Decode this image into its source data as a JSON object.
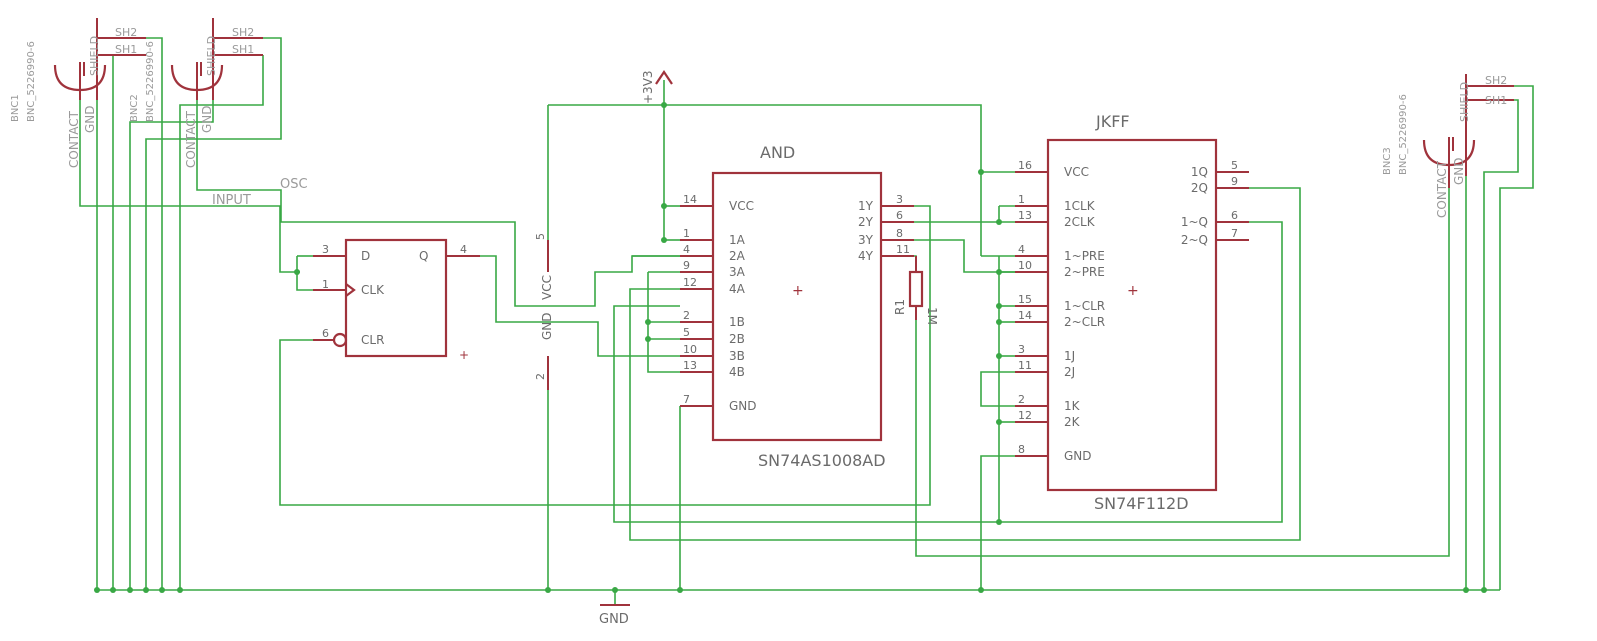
{
  "labels": {
    "and_title": "AND",
    "and_part": "SN74AS1008AD",
    "jkff_title": "JKFF",
    "jkff_part": "SN74F112D",
    "gnd": "GND",
    "supply": "+3V3",
    "osc": "OSC",
    "input": "INPUT",
    "r1_name": "R1",
    "r1_value": "1M",
    "bnc1_name": "BNC1",
    "bnc1_part": "BNC_5226990-6",
    "bnc2_name": "BNC2",
    "bnc2_part": "BNC_5226990-6",
    "bnc3_name": "BNC3",
    "bnc3_part": "BNC_5226990-6",
    "contact": "CONTACT",
    "gnd_pin": "GND",
    "shield": "SHIELD",
    "sh1": "SH1",
    "sh2": "SH2",
    "power_vcc": "VCC",
    "power_gnd": "GND",
    "power_pin5": "5",
    "power_pin2": "2"
  },
  "dff": {
    "pins": [
      {
        "num": "3",
        "name": "D"
      },
      {
        "num": "1",
        "name": "CLK"
      },
      {
        "num": "6",
        "name": "CLR"
      },
      {
        "num": "4",
        "name": "Q"
      }
    ]
  },
  "and_gate": {
    "left_pins": [
      {
        "num": "14",
        "name": "VCC"
      },
      {
        "num": "1",
        "name": "1A"
      },
      {
        "num": "4",
        "name": "2A"
      },
      {
        "num": "9",
        "name": "3A"
      },
      {
        "num": "12",
        "name": "4A"
      },
      {
        "num": "2",
        "name": "1B"
      },
      {
        "num": "5",
        "name": "2B"
      },
      {
        "num": "10",
        "name": "3B"
      },
      {
        "num": "13",
        "name": "4B"
      },
      {
        "num": "7",
        "name": "GND"
      }
    ],
    "right_pins": [
      {
        "num": "3",
        "name": "1Y"
      },
      {
        "num": "6",
        "name": "2Y"
      },
      {
        "num": "8",
        "name": "3Y"
      },
      {
        "num": "11",
        "name": "4Y"
      }
    ]
  },
  "jkff": {
    "left_pins": [
      {
        "num": "16",
        "name": "VCC"
      },
      {
        "num": "1",
        "name": "1CLK"
      },
      {
        "num": "13",
        "name": "2CLK"
      },
      {
        "num": "4",
        "name": "1~PRE"
      },
      {
        "num": "10",
        "name": "2~PRE"
      },
      {
        "num": "15",
        "name": "1~CLR"
      },
      {
        "num": "14",
        "name": "2~CLR"
      },
      {
        "num": "3",
        "name": "1J"
      },
      {
        "num": "11",
        "name": "2J"
      },
      {
        "num": "2",
        "name": "1K"
      },
      {
        "num": "12",
        "name": "2K"
      },
      {
        "num": "8",
        "name": "GND"
      }
    ],
    "right_pins": [
      {
        "num": "5",
        "name": "1Q"
      },
      {
        "num": "9",
        "name": "2Q"
      },
      {
        "num": "6",
        "name": "1~Q"
      },
      {
        "num": "7",
        "name": "2~Q"
      }
    ]
  },
  "colors": {
    "symbol": "#a0333c",
    "wire": "#39a845",
    "text": "#6b6b6b",
    "label": "#9a9a9a",
    "background": "#ffffff"
  }
}
